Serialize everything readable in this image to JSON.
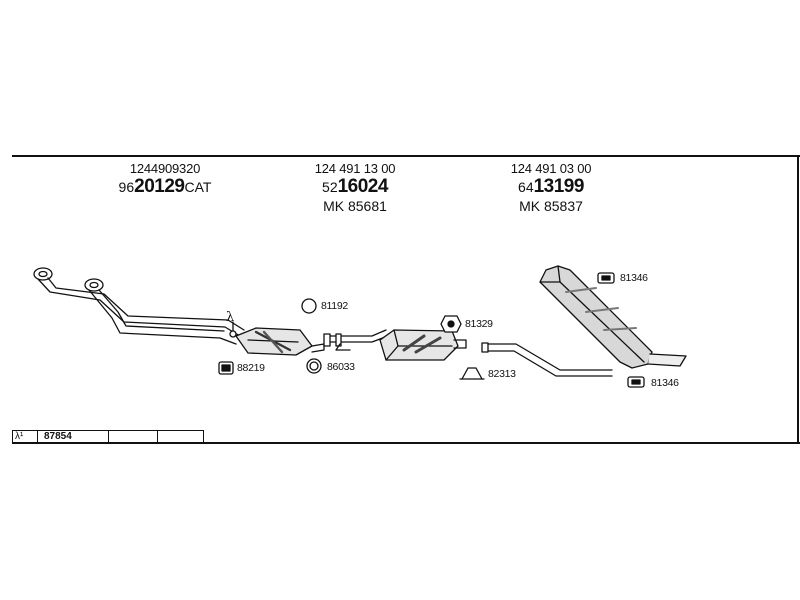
{
  "headers": [
    {
      "number": "1244909320",
      "prefix": "96",
      "code": "20129",
      "suffix": "CAT",
      "mk": ""
    },
    {
      "number": "124 491 13 00",
      "prefix": "52",
      "code": "16024",
      "suffix": "",
      "mk": "MK 85681"
    },
    {
      "number": "124 491 03 00",
      "prefix": "64",
      "code": "13199",
      "suffix": "",
      "mk": "MK 85837"
    }
  ],
  "parts": {
    "lambda_symbol": "λ",
    "p81192": "81192",
    "p86033": "86033",
    "p88219": "88219",
    "p81329": "81329",
    "p82313": "82313",
    "p81346_top": "81346",
    "p81346_bottom": "81346"
  },
  "table": {
    "symbol": "λ¹",
    "code": "87854"
  },
  "colors": {
    "line": "#111111",
    "fill_light": "#e6e6e6",
    "fill_mid": "#bdbdbd",
    "background": "#ffffff"
  }
}
